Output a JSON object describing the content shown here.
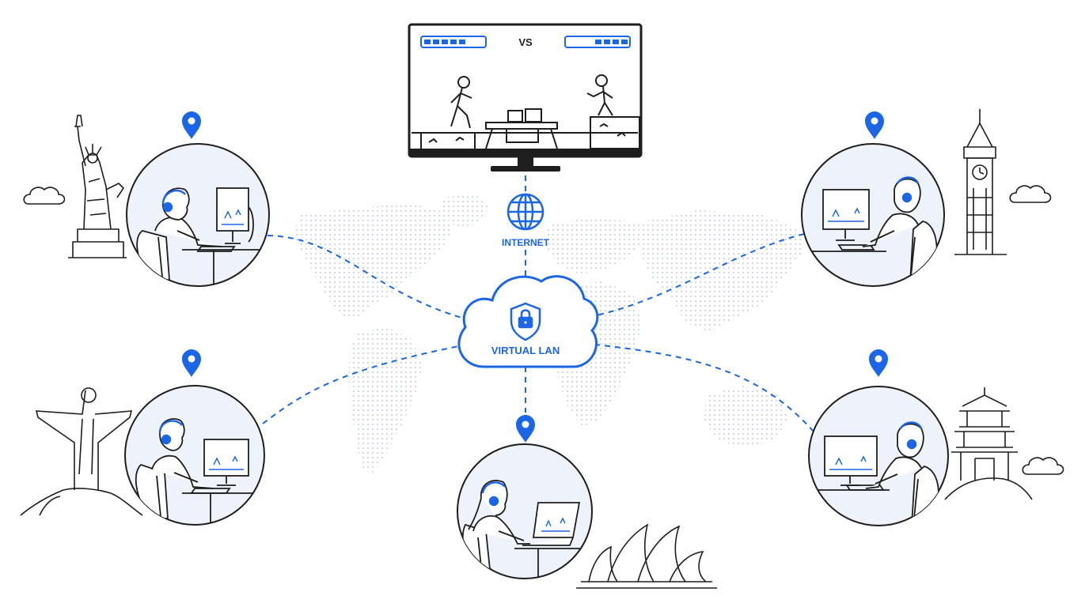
{
  "screen": {
    "vs_text": "VS"
  },
  "internet": {
    "label": "INTERNET"
  },
  "cloud": {
    "label": "VIRTUAL LAN"
  },
  "colors": {
    "accent": "#1a66e6",
    "ink": "#1e1e1e",
    "circle_fill": "#eef3fb",
    "map_dots": "#c9cfd8"
  },
  "players": [
    {
      "id": "new-york",
      "landmark": "statue-of-liberty"
    },
    {
      "id": "london",
      "landmark": "big-ben"
    },
    {
      "id": "rio",
      "landmark": "christ-the-redeemer"
    },
    {
      "id": "sydney",
      "landmark": "sydney-opera-house"
    },
    {
      "id": "asia",
      "landmark": "pagoda"
    }
  ]
}
